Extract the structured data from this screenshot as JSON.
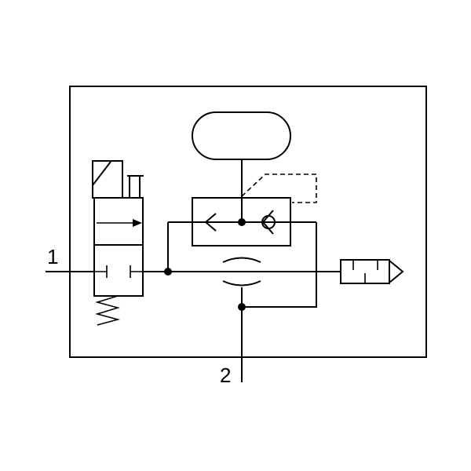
{
  "diagram": {
    "port_1_label": "1",
    "port_2_label": "2",
    "line_color": "#000000",
    "background_color": "#ffffff",
    "components": [
      "solenoid-valve",
      "return-spring",
      "air-reservoir",
      "shuttle-valve",
      "flow-restrictor",
      "silencer"
    ]
  }
}
